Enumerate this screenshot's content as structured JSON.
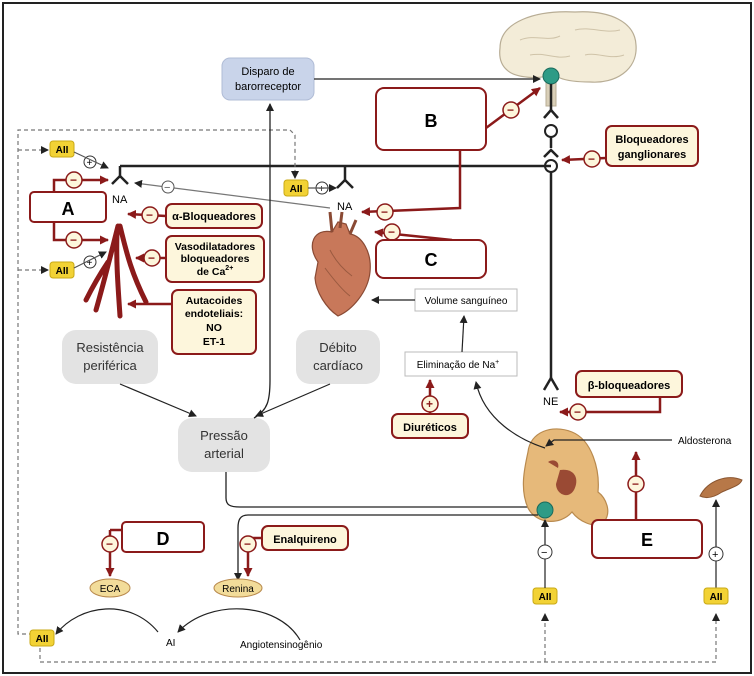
{
  "baroreceptor_label_1": "Disparo de",
  "baroreceptor_label_2": "barorreceptor",
  "box_labels": {
    "a": "A",
    "b": "B",
    "c": "C",
    "d": "D",
    "e": "E"
  },
  "na_left": "NA",
  "na_mid": "NA",
  "ne_label": "NE",
  "aii_label": "AII",
  "plus_sign": "+",
  "minus_sign": "−",
  "drugs": {
    "alpha": "α-Bloqueadores",
    "vaso_1": "Vasodilatadores",
    "vaso_2": "bloqueadores",
    "vaso_3": "de Ca",
    "vaso_sup": "2+",
    "autac_1": "Autacoides",
    "autac_2": "endoteliais:",
    "autac_3": "NO",
    "autac_4": "ET-1",
    "gang_1": "Bloqueadores",
    "gang_2": "ganglionares",
    "beta": "β-bloqueadores",
    "diur": "Diuréticos",
    "enal": "Enalquireno"
  },
  "nodes": {
    "res_1": "Resistência",
    "res_2": "periférica",
    "deb_1": "Débito",
    "deb_2": "cardíaco",
    "press_1": "Pressão",
    "press_2": "arterial",
    "volume": "Volume sanguíneo",
    "elim": "Eliminação de Na",
    "elim_sup": "+",
    "aldo": "Aldosterona",
    "eca": "ECA",
    "renina": "Renina",
    "ai": "AI",
    "angio": "Angiotensinogênio"
  },
  "colors": {
    "dark_red": "#8b1a1a",
    "aii_yellow": "#f2d235",
    "gray_box": "#e3e3e3",
    "blue_box": "#c9d4ea",
    "cream": "#fdf6dc",
    "heart": "#c8785a",
    "kidney": "#e6b97a",
    "adrenal": "#b77848",
    "teal": "#2e9b86"
  },
  "icons": [
    "brain-icon",
    "heart-icon",
    "kidney-icon",
    "adrenal-gland-icon",
    "blood-vessel-icon",
    "synapse-icon"
  ]
}
